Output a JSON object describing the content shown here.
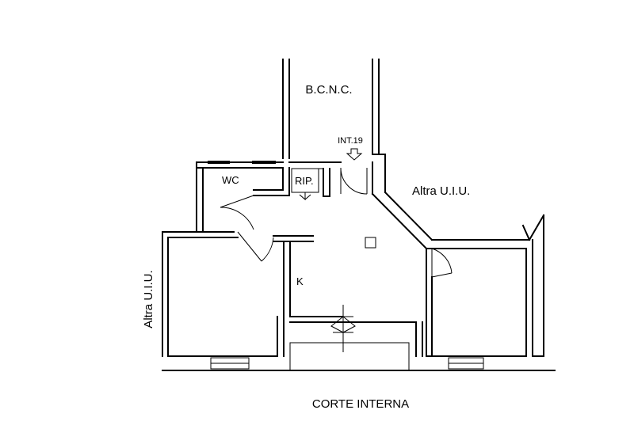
{
  "labels": {
    "bcnc": "B.C.N.C.",
    "int": "INT.19",
    "wc": "WC",
    "rip": "RIP.",
    "altra_right": "Altra U.I.U.",
    "altra_left": "Altra U.I.U.",
    "kitchen": "K",
    "corte": "CORTE INTERNA"
  }
}
